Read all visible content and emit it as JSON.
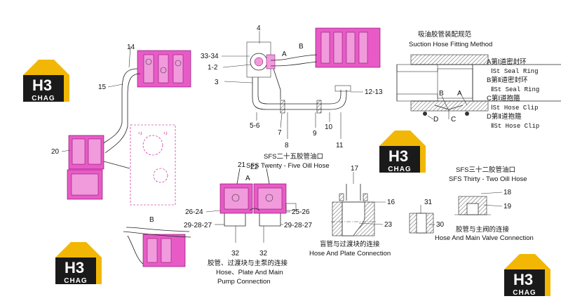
{
  "brand": {
    "top": "H3",
    "bottom": "CHAG",
    "color_dark": "#1a1a1a",
    "color_accent": "#f2b705"
  },
  "suction": {
    "title_cn": "吸油胶管装配规范",
    "title_en": "Suction Hose Fitting Method",
    "labels": [
      "A",
      "B",
      "C",
      "D"
    ],
    "legend": [
      "A第Ⅰ道密封环",
      "ⅠSt Seal Ring",
      "B第Ⅱ道密封环",
      "ⅡSt Seal Ring",
      "C第Ⅰ道抱箍",
      "ⅠSt Hose Clip",
      "D第Ⅱ道抱箍",
      "ⅡSt Hose Clip"
    ]
  },
  "top_assembly": {
    "callouts": [
      "4",
      "33-34",
      "1-2",
      "3",
      "5-6",
      "7",
      "8",
      "9",
      "10",
      "11",
      "12-13",
      "A",
      "B"
    ],
    "caption_cn": "SFS二十五胶管油口",
    "caption_en": "SFS Twenty - Five Oill Hose"
  },
  "left_assembly": {
    "callouts": [
      "14",
      "15",
      "20"
    ],
    "detail": "B"
  },
  "pump_conn": {
    "callouts": [
      "21",
      "22",
      "A",
      "26-24",
      "25-26",
      "29-28-27",
      "29-28-27",
      "32",
      "32"
    ],
    "caption_cn": "胶管、过渡块与主泵的连接",
    "caption_en1": "Hose、Plate And Main",
    "caption_en2": "Pump Connection"
  },
  "hose_plate": {
    "callouts": [
      "17",
      "16",
      "23"
    ],
    "caption_cn": "盲管与过渡块的连接",
    "caption_en": "Hose  And  Plate  Connection"
  },
  "thirty_two": {
    "caption_cn": "SFS三十二胶管油口",
    "caption_en": "SFS Thirty - Two Oill Hose",
    "callouts": [
      "18",
      "19",
      "31",
      "30"
    ],
    "caption2_cn": "胶管与主阀的连接",
    "caption2_en": "Hose And Main Valve  Connection"
  }
}
